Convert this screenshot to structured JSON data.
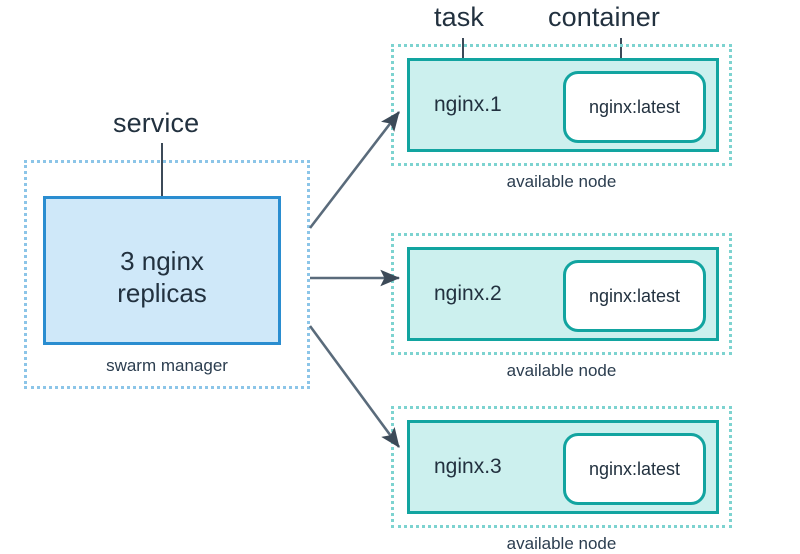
{
  "diagram": {
    "title_labels": {
      "service": "service",
      "task": "task",
      "container": "container"
    },
    "colors": {
      "service_fill": "#cfe8f9",
      "service_border": "#2a8dd0",
      "service_dashed_border": "#8cc5e8",
      "task_fill": "#ccf0ee",
      "task_border": "#12a4a0",
      "node_dashed_border": "#7dd3d0",
      "container_fill": "#ffffff",
      "arrow": "#5a6b7b",
      "text": "#22313f",
      "background": "#ffffff"
    },
    "service_group": {
      "caption": "swarm manager",
      "box_text_line1": "3 nginx",
      "box_text_line2": "replicas"
    },
    "nodes": [
      {
        "task_label": "nginx.1",
        "container_label": "nginx:latest",
        "caption": "available node"
      },
      {
        "task_label": "nginx.2",
        "container_label": "nginx:latest",
        "caption": "available node"
      },
      {
        "task_label": "nginx.3",
        "container_label": "nginx:latest",
        "caption": "available node"
      }
    ]
  }
}
